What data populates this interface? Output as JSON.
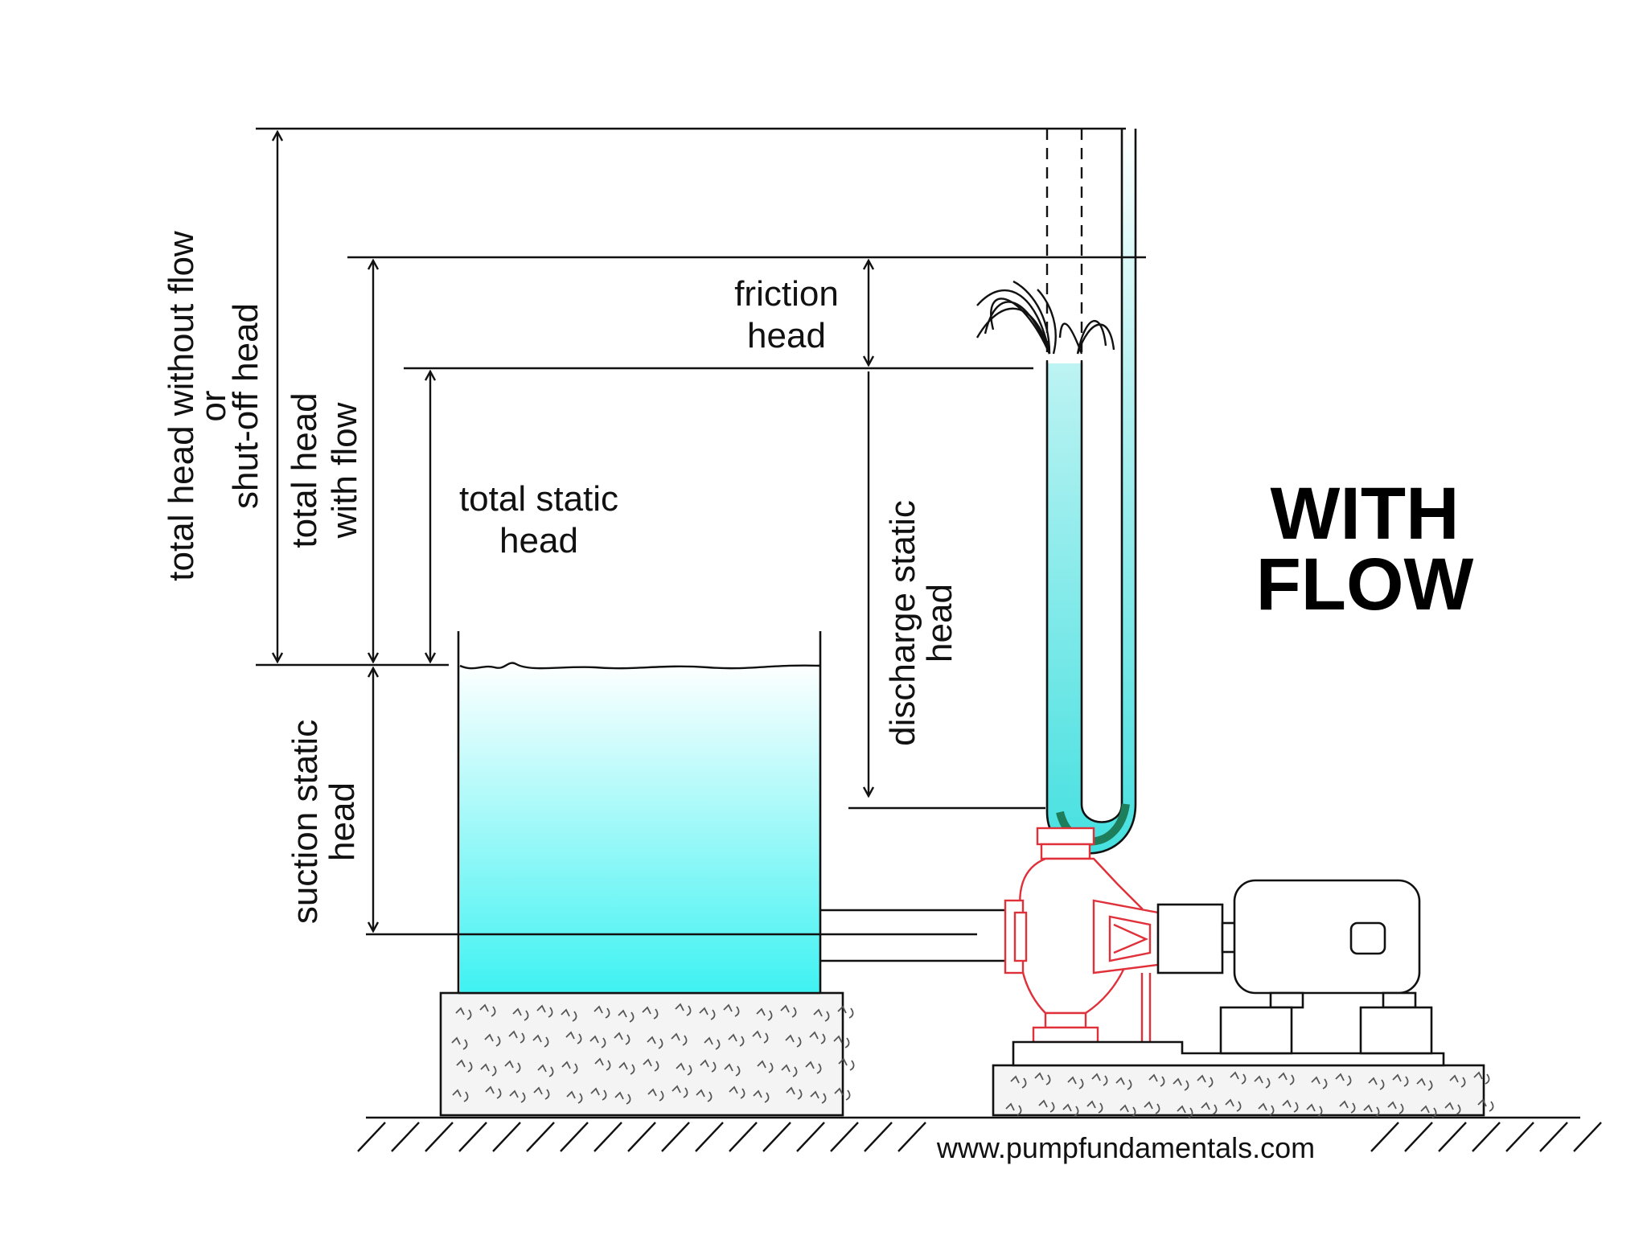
{
  "title": "WITH FLOW",
  "title_lines": [
    "WITH",
    "FLOW"
  ],
  "labels": {
    "total_head_without_flow": [
      "total head without flow",
      "or",
      "shut-off head"
    ],
    "total_head_with_flow": [
      "total head",
      "with flow"
    ],
    "total_static_head": [
      "total static",
      "head"
    ],
    "friction_head": [
      "friction",
      "head"
    ],
    "discharge_static_head": [
      "discharge static",
      "head"
    ],
    "suction_static_head": [
      "suction static",
      "head"
    ]
  },
  "watermark": "www.pumpfundamentals.com",
  "colors": {
    "water_top": "#ffffff",
    "water_bottom": "#3ff2f2",
    "pipe_water": "#46e0e0",
    "pump": "#e0303a",
    "lines": "#111111"
  }
}
